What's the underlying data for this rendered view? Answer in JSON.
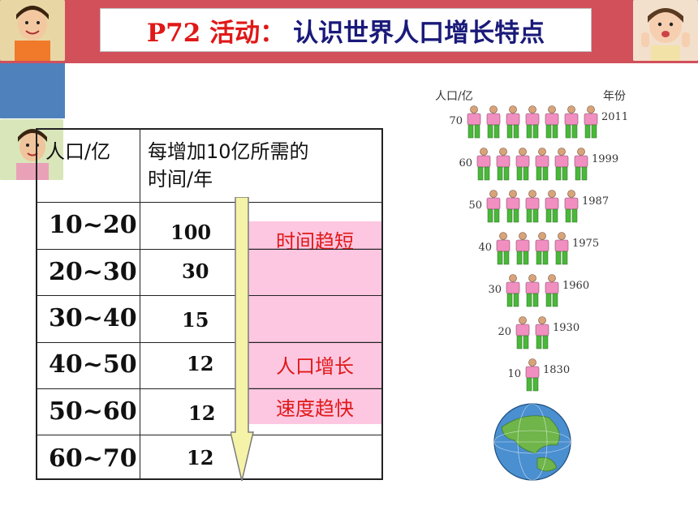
{
  "title": {
    "prefix": "P72 活动：",
    "text": "认识世界人口增长特点"
  },
  "table": {
    "headers": [
      "人口/亿",
      "每增加10亿所需的",
      "时间/年"
    ],
    "rows": [
      {
        "range": "10~20",
        "years": "100"
      },
      {
        "range": "20~30",
        "years": "30"
      },
      {
        "range": "30~40",
        "years": "15"
      },
      {
        "range": "40~50",
        "years": "12"
      },
      {
        "range": "50~60",
        "years": "12"
      },
      {
        "range": "60~70",
        "years": "12"
      }
    ]
  },
  "annotations": {
    "time_label": "时间趋短",
    "growth_label_1": "人口增长",
    "growth_label_2": "速度趋快"
  },
  "figure": {
    "ylabel": "人口/亿",
    "year_label": "年份",
    "levels": [
      {
        "population": "70",
        "year": "2011",
        "people": 7
      },
      {
        "population": "60",
        "year": "1999",
        "people": 6
      },
      {
        "population": "50",
        "year": "1987",
        "people": 5
      },
      {
        "population": "40",
        "year": "1975",
        "people": 4
      },
      {
        "population": "30",
        "year": "1960",
        "people": 3
      },
      {
        "population": "20",
        "year": "1930",
        "people": 2
      },
      {
        "population": "10",
        "year": "1830",
        "people": 1
      }
    ]
  },
  "colors": {
    "header_bar": "#d2505a",
    "title_red": "#e01818",
    "title_navy": "#1a1a7a",
    "pink_box": "#fdc7e1",
    "shirt": "#f08fc0",
    "pants": "#4ab83a"
  }
}
